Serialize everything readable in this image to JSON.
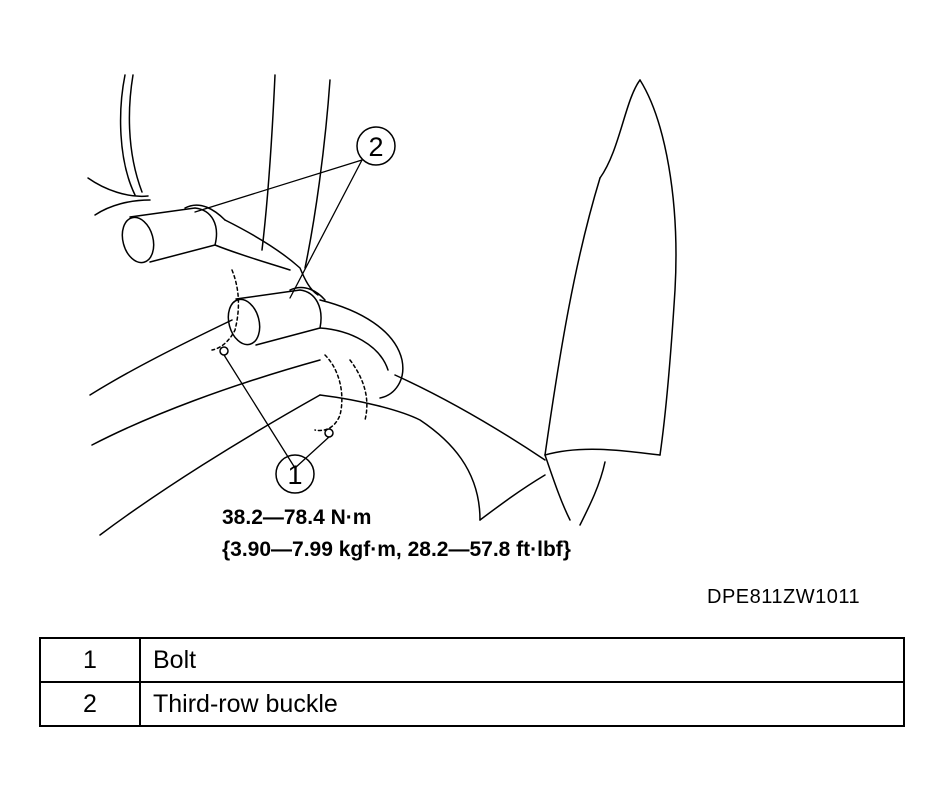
{
  "callouts": [
    {
      "number": "1",
      "label": "Bolt"
    },
    {
      "number": "2",
      "label": "Third-row buckle"
    }
  ],
  "torque": {
    "primary": "38.2—78.4 N·m",
    "secondary": "{3.90—7.99 kgf·m, 28.2—57.8 ft·lbf}"
  },
  "figure_code": "DPE811ZW1011"
}
